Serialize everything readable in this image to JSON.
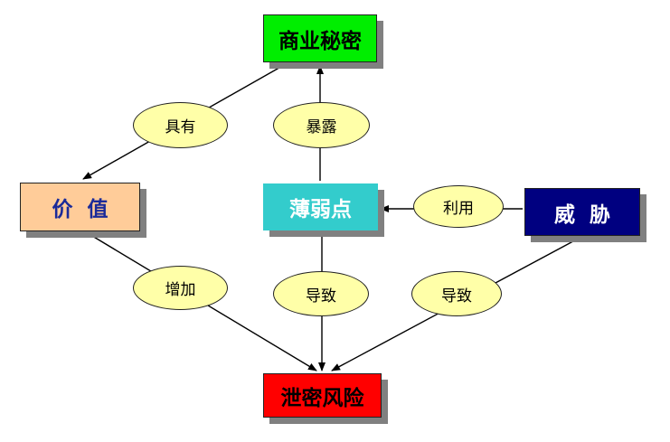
{
  "nodes": {
    "trade_secret": {
      "label": "商业秘密",
      "color": "#00ee00",
      "text_color": "#000000"
    },
    "value": {
      "label": "价  值",
      "color": "#ffcc99",
      "text_color": "#1a2a99"
    },
    "vulnerability": {
      "label": "薄弱点",
      "color": "#33cccc",
      "text_color": "#ffffff"
    },
    "threat": {
      "label": "威  胁",
      "color": "#000080",
      "text_color": "#ffffff"
    },
    "leak_risk": {
      "label": "泄密风险",
      "color": "#ff0000",
      "text_color": "#000000"
    }
  },
  "edge_labels": {
    "has": "具有",
    "exposes": "暴露",
    "uses": "利用",
    "increases": "增加",
    "leads_to_1": "导致",
    "leads_to_2": "导致"
  },
  "colors": {
    "ellipse_fill": "#ffffa8",
    "line": "#000000",
    "shadow": "#808080"
  }
}
